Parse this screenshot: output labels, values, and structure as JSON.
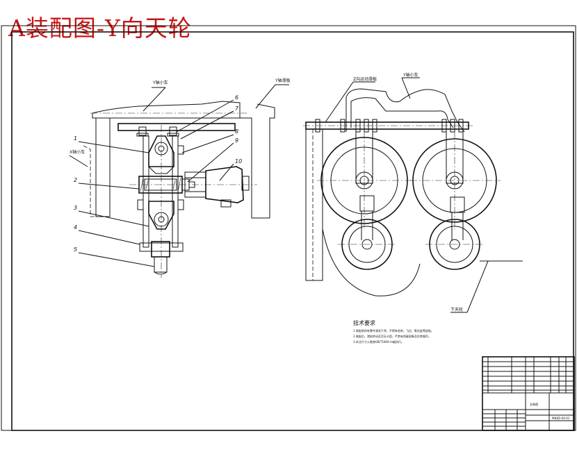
{
  "title": "A装配图-Y向天轮",
  "left_view": {
    "label_top_beam": "Y轴小车",
    "label_top_right": "Y轴滑板",
    "label_left": "X轴小车",
    "part_numbers": [
      "1",
      "2",
      "3",
      "4",
      "5",
      "6",
      "7",
      "8",
      "9",
      "10"
    ]
  },
  "right_view": {
    "label_top_left": "Z向运动滑板",
    "label_top_center": "Y轴小车",
    "label_bottom_right": "下天轮"
  },
  "notes": {
    "heading": "技术要求",
    "lines": [
      "1.装配前所有零件清洗干净，不得有毛刺、飞边、氧化皮等缺陷。",
      "2.装配后，滑轮转动灵活无卡阻，严禁有刮碰现象及异常噪声。",
      "3.未注尺寸公差按GB/T1804-m级执行。"
    ]
  },
  "title_block": {
    "drawing_name": "总装图",
    "drawing_no": "MNXD-00-01"
  }
}
